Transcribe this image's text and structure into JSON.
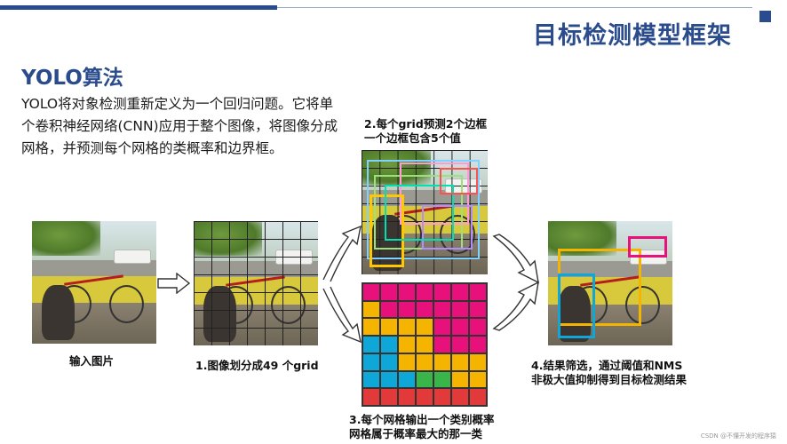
{
  "header": {
    "main_title": "目标检测模型框架",
    "section_title": "YOLO算法"
  },
  "intro": {
    "text": "YOLO将对象检测重新定义为一个回归问题。它将单个卷积神经网络(CNN)应用于整个图像，将图像分成网格，并预测每个网格的类概率和边界框。"
  },
  "steps": {
    "input_label": "输入图片",
    "step1_label": "1.图像划分成49 个grid",
    "step2_line1": "2.每个grid预测2个边框",
    "step2_line2": "一个边框包含5个值",
    "step3_line1": "3.每个网格输出一个类别概率",
    "step3_line2": "网格属于概率最大的那一类",
    "step4_line1": "4.结果筛选，通过阈值和NMS",
    "step4_line2": "非极大值抑制得到目标检测结果"
  },
  "class_map": {
    "rows": 7,
    "cols": 7,
    "colors": [
      "#e8107a",
      "#f5b400",
      "#0ea7d8",
      "#39b54a",
      "#e23a3a"
    ],
    "cells": [
      [
        0,
        0,
        0,
        0,
        0,
        0,
        0
      ],
      [
        1,
        0,
        0,
        0,
        0,
        0,
        0
      ],
      [
        1,
        1,
        1,
        1,
        0,
        0,
        0
      ],
      [
        2,
        2,
        1,
        1,
        0,
        0,
        0
      ],
      [
        2,
        2,
        1,
        1,
        1,
        1,
        1
      ],
      [
        2,
        2,
        2,
        3,
        3,
        1,
        1
      ],
      [
        4,
        4,
        4,
        4,
        4,
        4,
        4
      ]
    ]
  },
  "footer": {
    "watermark": "CSDN @不懂开发的程序猿"
  }
}
